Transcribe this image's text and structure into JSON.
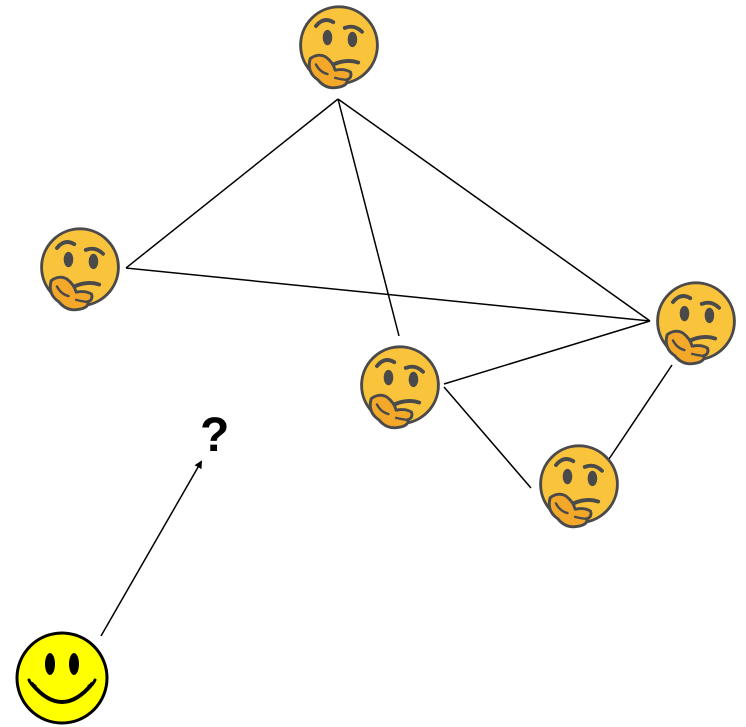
{
  "diagram": {
    "question_label": "?",
    "nodes": [
      {
        "id": "top",
        "kind": "thinking-face"
      },
      {
        "id": "left",
        "kind": "thinking-face"
      },
      {
        "id": "right",
        "kind": "thinking-face"
      },
      {
        "id": "middle",
        "kind": "thinking-face"
      },
      {
        "id": "bottom-right",
        "kind": "thinking-face"
      },
      {
        "id": "observer",
        "kind": "smiley-face"
      }
    ],
    "edges": [
      [
        "top",
        "left"
      ],
      [
        "top",
        "middle"
      ],
      [
        "top",
        "right"
      ],
      [
        "left",
        "right"
      ],
      [
        "middle",
        "right"
      ],
      [
        "middle",
        "bottom-right"
      ],
      [
        "right",
        "bottom-right"
      ]
    ],
    "arrow": {
      "from": "observer",
      "to": "question_label"
    },
    "colors": {
      "thinking_fill": "#F9C33C",
      "thinking_outline": "#4A4A4A",
      "thinking_hand": "#F4A82A",
      "smiley_fill": "#FFFF00",
      "smiley_outline": "#000000",
      "line": "#000000"
    }
  }
}
